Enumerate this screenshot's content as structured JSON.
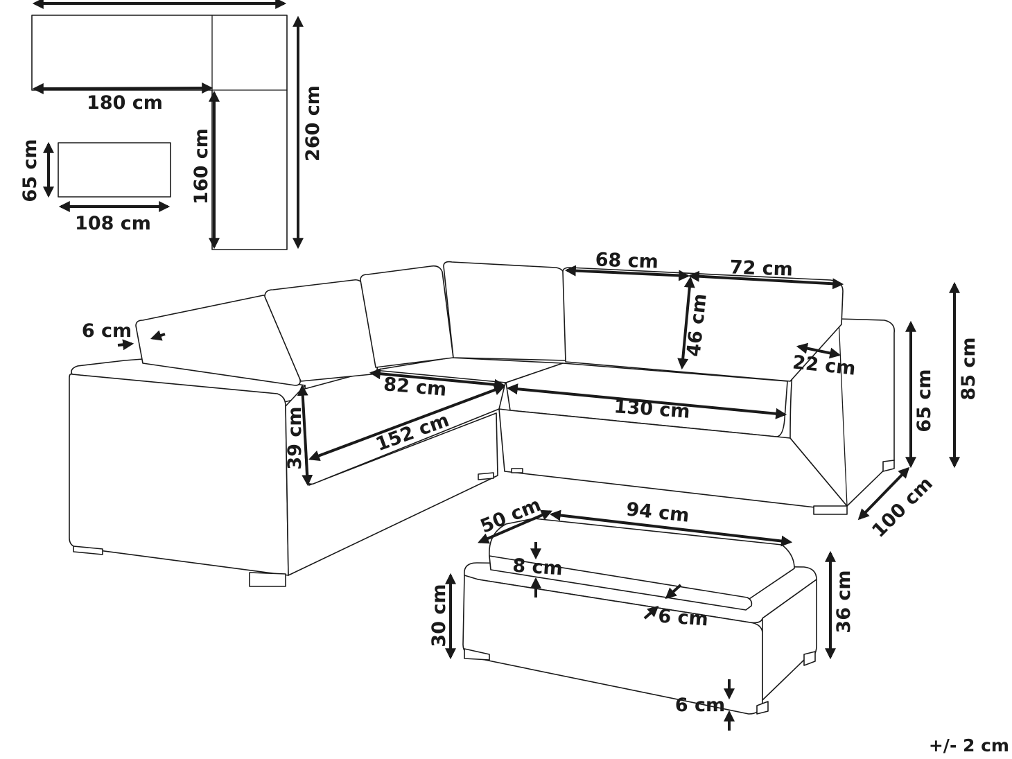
{
  "colors": {
    "line": "#1a1a1a",
    "background": "#ffffff"
  },
  "dimensions": {
    "plan_left_width": "180 cm",
    "plan_depth": "260 cm",
    "plan_right_length": "160 cm",
    "table_plan_depth": "65 cm",
    "table_plan_width": "108 cm",
    "armrest_thickness": "6 cm",
    "back_cushion_width": "68 cm",
    "back_cushion_width_2": "72 cm",
    "back_cushion_height": "46 cm",
    "seat_depth": "82 cm",
    "left_seat_width": "152 cm",
    "seat_height": "39 cm",
    "right_seat_width": "130 cm",
    "armrest_width": "22 cm",
    "arm_height": "65 cm",
    "total_height": "85 cm",
    "sofa_depth": "100 cm",
    "table_depth": "50 cm",
    "table_width": "94 cm",
    "table_cushion_thickness": "8 cm",
    "table_frame_lip": "6 cm",
    "table_height": "36 cm",
    "table_frame_height": "30 cm",
    "leg_height": "6 cm"
  },
  "tolerance": "+/- 2 cm"
}
